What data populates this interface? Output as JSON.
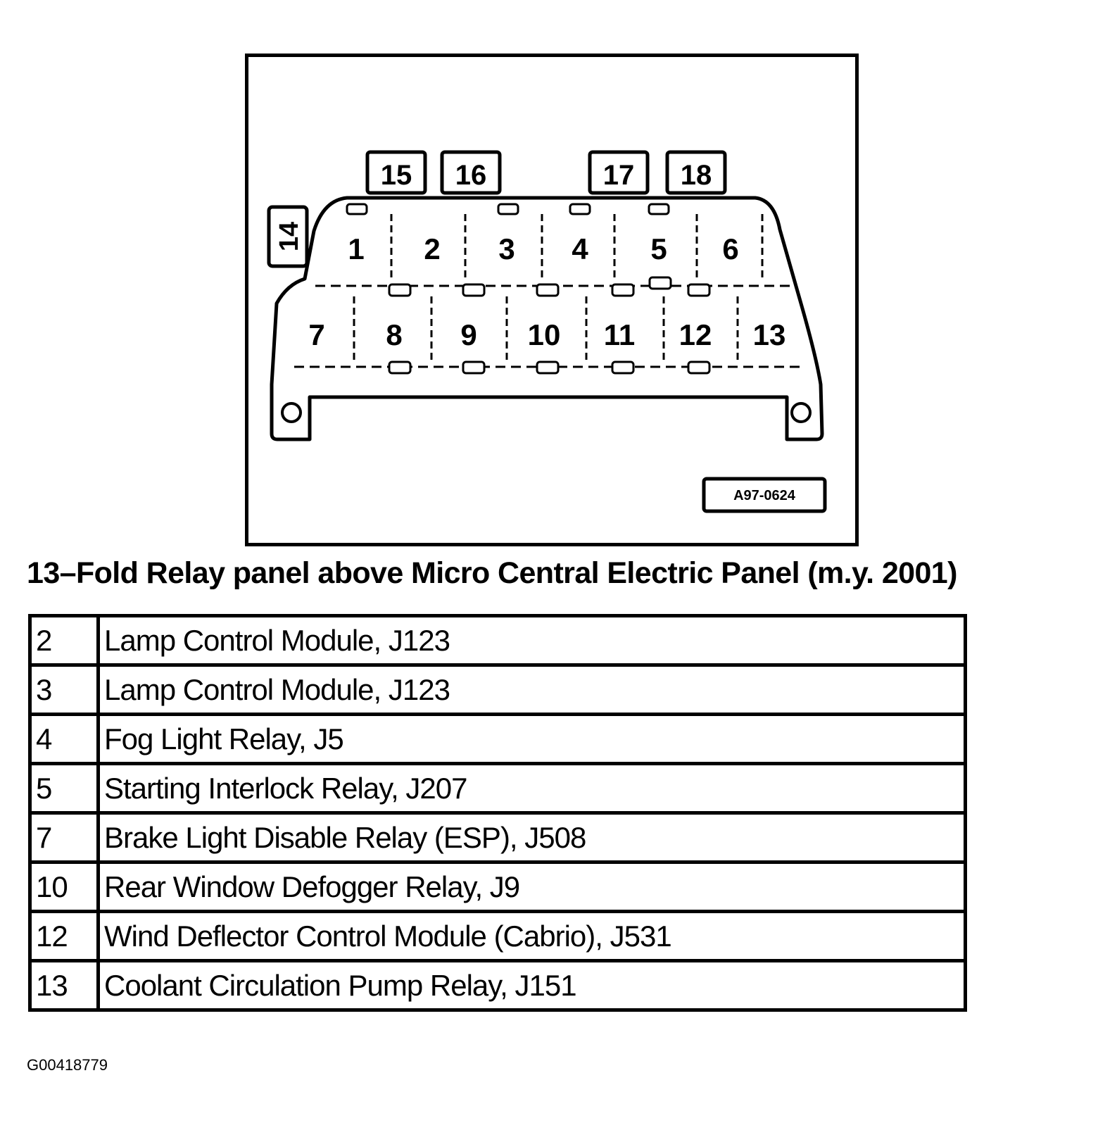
{
  "diagram": {
    "top_relays": [
      "15",
      "16",
      "17",
      "18"
    ],
    "side_relay": "14",
    "upper_row": [
      "1",
      "2",
      "3",
      "4",
      "5",
      "6"
    ],
    "lower_row": [
      "7",
      "8",
      "9",
      "10",
      "11",
      "12",
      "13"
    ],
    "tag": "A97-0624"
  },
  "caption": "13–Fold Relay panel above Micro Central Electric Panel (m.y. 2001)",
  "legend": [
    {
      "num": "2",
      "desc": "Lamp Control Module, J123"
    },
    {
      "num": "3",
      "desc": "Lamp Control Module, J123"
    },
    {
      "num": "4",
      "desc": "Fog Light Relay, J5"
    },
    {
      "num": "5",
      "desc": "Starting Interlock Relay, J207"
    },
    {
      "num": "7",
      "desc": "Brake Light Disable Relay (ESP), J508"
    },
    {
      "num": "10",
      "desc": "Rear Window Defogger Relay, J9"
    },
    {
      "num": "12",
      "desc": "Wind Deflector Control Module (Cabrio), J531"
    },
    {
      "num": "13",
      "desc": "Coolant Circulation Pump Relay, J151"
    }
  ],
  "figure_id": "G00418779"
}
